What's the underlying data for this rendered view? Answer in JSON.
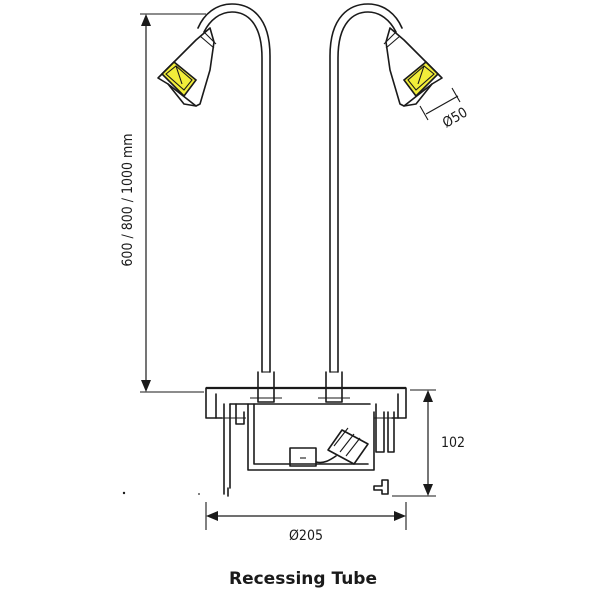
{
  "dimensions": {
    "height_options": "600 / 800 / 1000 mm",
    "head_diameter": "Ø50",
    "housing_depth": "102",
    "housing_diameter": "Ø205"
  },
  "caption": "Recessing Tube",
  "colors": {
    "line": "#1a1a1a",
    "lamp_face": "#f2ee3a"
  }
}
